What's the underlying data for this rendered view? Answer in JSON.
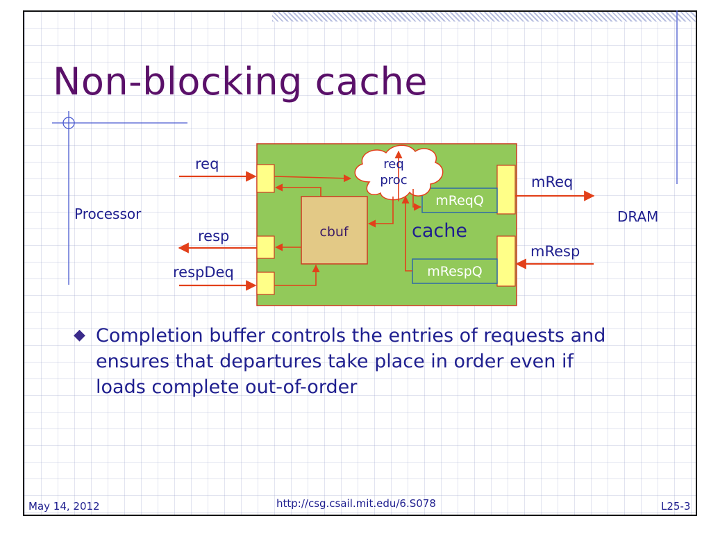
{
  "slide": {
    "title": "Non-blocking cache",
    "footer": {
      "date": "May 14, 2012",
      "url": "http://csg.csail.mit.edu/6.S078",
      "slide_number": "L25-3"
    }
  },
  "diagram": {
    "left_endpoint": "Processor",
    "right_endpoint": "DRAM",
    "cache_label": "cache",
    "cbuf_label": "cbuf",
    "cloud_label_line1": "req",
    "cloud_label_line2": "proc",
    "mreqq_label": "mReqQ",
    "mrespq_label": "mRespQ",
    "signals": {
      "req": "req",
      "resp": "resp",
      "respDeq": "respDeq",
      "mReq": "mReq",
      "mResp": "mResp"
    },
    "colors": {
      "cache_fill": "#92c95a",
      "cbuf_fill": "#e3c986",
      "port_fill": "#ffff88",
      "arrow": "#e2401a",
      "queue_border": "#2f6aa6",
      "text_navy": "#1f1f8f",
      "title_purple": "#5a1069"
    }
  },
  "bullets": [
    "Completion buffer controls the entries of requests and ensures that departures take place in order even if loads complete out-of-order"
  ]
}
